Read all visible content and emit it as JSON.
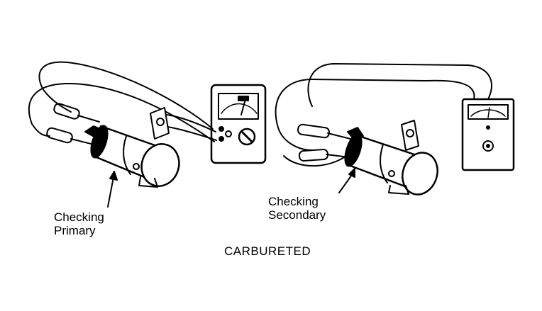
{
  "labels": {
    "primary_line1": "Checking",
    "primary_line2": "Primary",
    "secondary_line1": "Checking",
    "secondary_line2": "Secondary",
    "caption": "CARBURETED"
  }
}
